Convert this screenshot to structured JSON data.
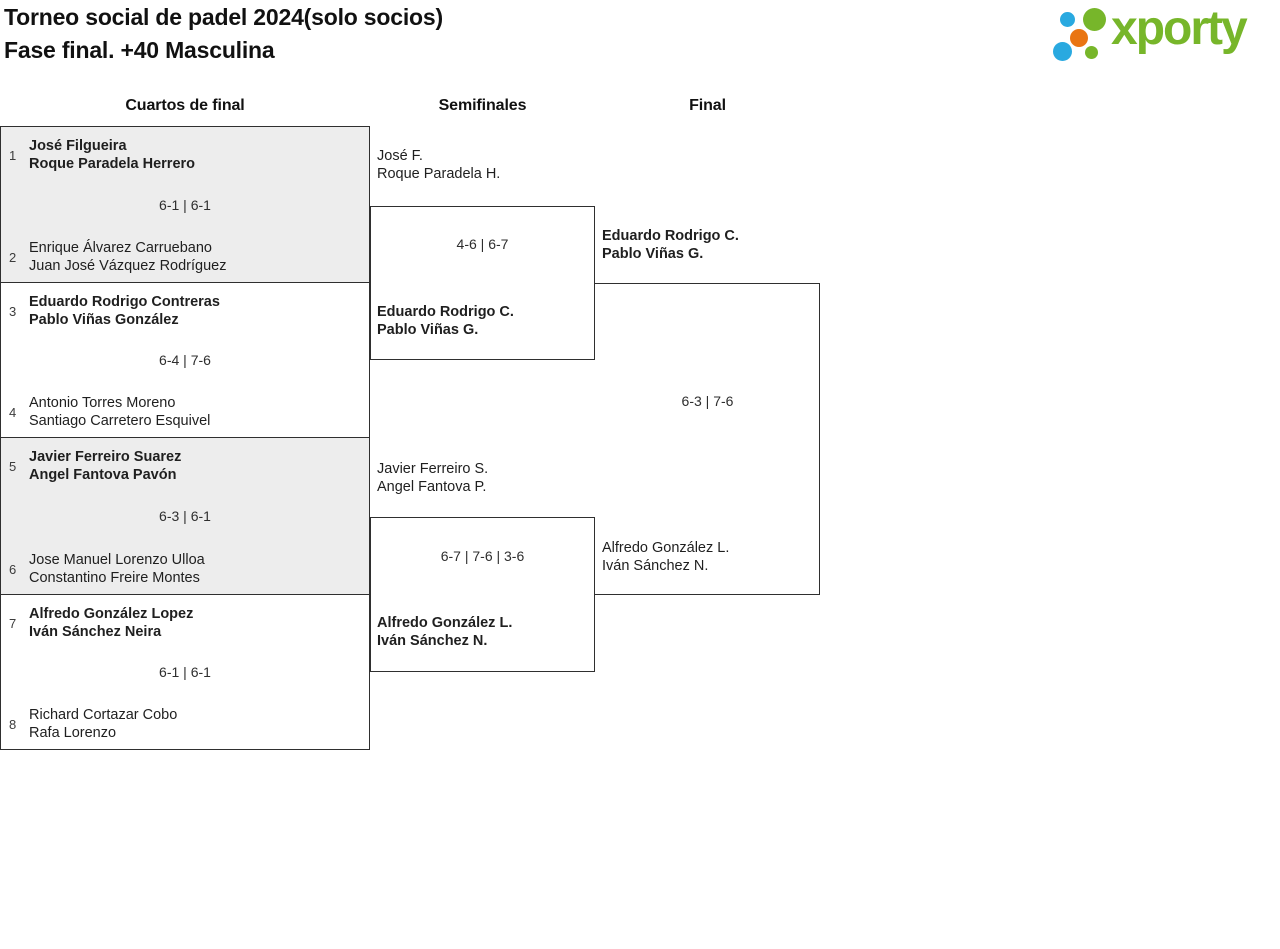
{
  "header": {
    "title_line1": "Torneo social de padel 2024(solo socios)",
    "title_line2": "Fase final. +40 Masculina"
  },
  "logo": {
    "wordmark": "xporty"
  },
  "columns": {
    "quarterfinals": "Cuartos de final",
    "semifinals": "Semifinales",
    "final": "Final"
  },
  "colors": {
    "brand_green": "#77b62a",
    "brand_blue": "#29a9e0",
    "brand_orange": "#e97513",
    "box_border": "#2f2f2f",
    "shaded_box_bg": "#ededed",
    "text": "#1f1f1f"
  },
  "bracket": {
    "quarterfinals": [
      {
        "seed_top": "1",
        "team_top": [
          "José Filgueira",
          "Roque Paradela Herrero"
        ],
        "score": "6-1 | 6-1",
        "seed_bottom": "2",
        "team_bottom": [
          "Enrique Álvarez Carruebano",
          "Juan José Vázquez Rodríguez"
        ],
        "winner": "top"
      },
      {
        "seed_top": "3",
        "team_top": [
          "Eduardo Rodrigo Contreras",
          "Pablo Viñas González"
        ],
        "score": "6-4 | 7-6",
        "seed_bottom": "4",
        "team_bottom": [
          "Antonio Torres Moreno",
          "Santiago Carretero Esquivel"
        ],
        "winner": "top"
      },
      {
        "seed_top": "5",
        "team_top": [
          "Javier Ferreiro Suarez",
          "Angel Fantova Pavón"
        ],
        "score": "6-3 | 6-1",
        "seed_bottom": "6",
        "team_bottom": [
          "Jose Manuel Lorenzo Ulloa",
          "Constantino Freire Montes"
        ],
        "winner": "top"
      },
      {
        "seed_top": "7",
        "team_top": [
          "Alfredo González Lopez",
          "Iván Sánchez Neira"
        ],
        "score": "6-1 | 6-1",
        "seed_bottom": "8",
        "team_bottom": [
          "Richard Cortazar Cobo",
          "Rafa Lorenzo"
        ],
        "winner": "top"
      }
    ],
    "semifinals": [
      {
        "team_top": [
          "José F.",
          "Roque Paradela H."
        ],
        "score": "4-6 | 6-7",
        "team_bottom": [
          "Eduardo Rodrigo C.",
          "Pablo Viñas G."
        ],
        "winner": "bottom"
      },
      {
        "team_top": [
          "Javier Ferreiro S.",
          "Angel Fantova P."
        ],
        "score": "6-7 | 7-6 | 3-6",
        "team_bottom": [
          "Alfredo González L.",
          "Iván Sánchez N."
        ],
        "winner": "bottom"
      }
    ],
    "final": {
      "team_top": [
        "Eduardo Rodrigo C.",
        "Pablo Viñas G."
      ],
      "score": "6-3 | 7-6",
      "team_bottom": [
        "Alfredo González L.",
        "Iván Sánchez N."
      ],
      "winner": "top"
    }
  }
}
